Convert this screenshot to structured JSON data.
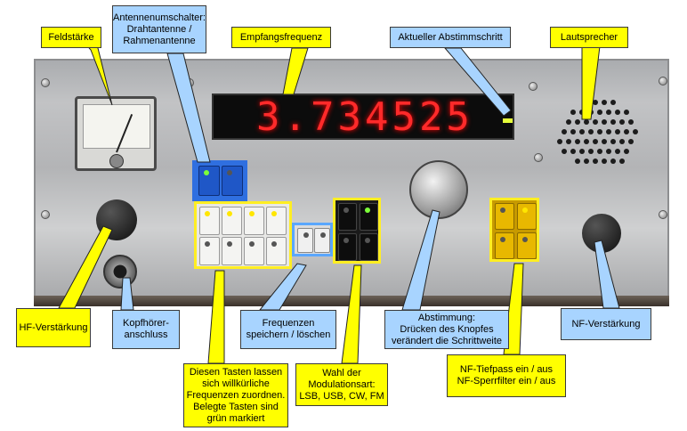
{
  "display": {
    "frequency": "3.734525"
  },
  "callouts": {
    "feldstaerke": "Feldstärke",
    "antennen": [
      "Antennenumschalter:",
      "Drahtantenne /",
      "Rahmenantenne"
    ],
    "empfangsfrequenz": "Empfangsfrequenz",
    "abstimmschritt": "Aktueller Abstimmschritt",
    "lautsprecher": "Lautsprecher",
    "hf_verstaerkung": "HF-Verstärkung",
    "kopfhoerer": [
      "Kopfhörer-",
      "anschluss"
    ],
    "frequenzen": [
      "Frequenzen",
      "speichern / löschen"
    ],
    "abstimmung": [
      "Abstimmung:",
      "Drücken des Knopfes",
      "verändert die Schrittweite"
    ],
    "nf_verstaerkung": "NF-Verstärkung",
    "tasten": [
      "Diesen Tasten lassen",
      "sich willkürliche",
      "Frequenzen zuordnen.",
      "Belegte Tasten sind",
      "grün markiert"
    ],
    "modulation": [
      "Wahl der",
      "Modulationsart:",
      "LSB, USB, CW, FM"
    ],
    "nf_filter": [
      "NF-Tiefpass ein / aus",
      "NF-Sperrfilter ein / aus"
    ]
  },
  "colors": {
    "callout_yellow": "#ffff00",
    "callout_blue": "#a8d4ff",
    "display_red": "#ff2a2a",
    "highlight_yellow": "#ffee22"
  }
}
